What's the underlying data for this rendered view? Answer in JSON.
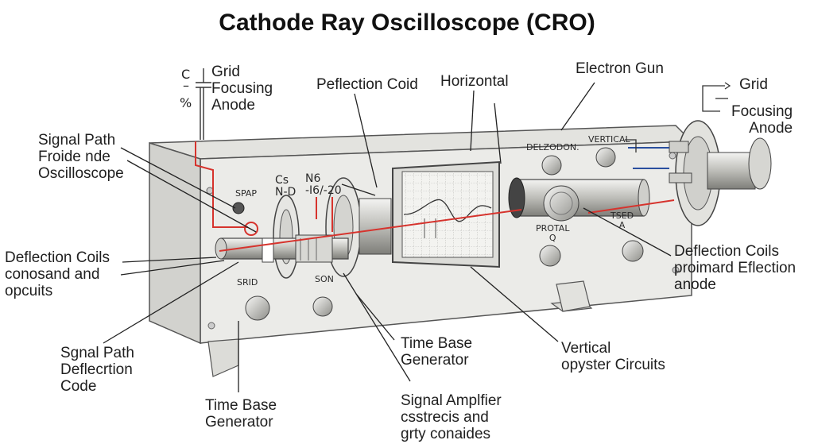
{
  "title": "Cathode Ray Oscilloscope (CRO)",
  "labels": {
    "grid_left": "Grid\nFocusing\nAnode",
    "grid_right": "Grid",
    "focusing_right": "Focusing\nAnode",
    "deflection_coid": "Peflection Coid",
    "horizontal": "Horizontal",
    "electron_gun": "Electron Gun",
    "signal_path_top": "Signal Path\nFroide nde\nOscilloscope",
    "deflection_coils_left": "Deflection Coils\nconosand and\nopcuits",
    "deflection_coils_right": "Deflection Coils\nproimard Eflection\nanode",
    "signal_path_bottom": "Sgnal Path\nDeflecrtion\nCode",
    "time_base_gen_bottom": "Time Base\nGenerator",
    "time_base_gen_mid": "Time Base\nGenerator",
    "signal_amplifier": "Signal Amplfier\ncsstrecis and\ngrty conaides",
    "vertical_circuits": "Vertical\nopyster Circuits"
  },
  "panel_labels": {
    "spap": "SPAP",
    "cs": "Cs\nN-D",
    "n6": "N6\n-I6/-20",
    "srid": "SRID",
    "son": "SON",
    "delzodon": "DELZODON.",
    "vertical_small": "VERTICAL",
    "protal": "PROTAL\nQ",
    "tsed": "TSED\nA"
  },
  "symbols": {
    "c": "C",
    "dash": "–",
    "percent": "%"
  },
  "colors": {
    "panel": "#e9e9e6",
    "panel_dark": "#c9c9c5",
    "signal_red": "#d6332d",
    "wire_blue": "#2a4f9e",
    "line": "#222222"
  }
}
